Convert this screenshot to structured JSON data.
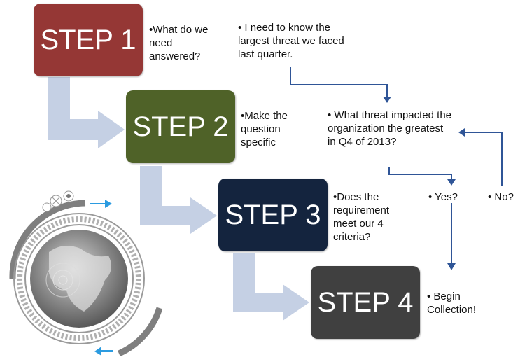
{
  "steps": [
    {
      "label": "STEP 1",
      "color": "#953735",
      "note": "•What do we need answered?"
    },
    {
      "label": "STEP 2",
      "color": "#4f6228",
      "note": "•Make the question specific"
    },
    {
      "label": "STEP 3",
      "color": "#14243e",
      "note": "•Does the requirement meet our 4 criteria?"
    },
    {
      "label": "STEP 4",
      "color": "#404040",
      "note": "• Begin Collection!"
    }
  ],
  "flow": {
    "need": "•  I need to know the largest threat we faced last quarter.",
    "question": "•  What threat impacted the organization the greatest in Q4 of 2013?",
    "yes": "•  Yes?",
    "no": "•  No?"
  },
  "colors": {
    "arrow_light": "#c5d0e4",
    "arrow_dark": "#2f5597",
    "globe_accent": "#2b9be0"
  }
}
